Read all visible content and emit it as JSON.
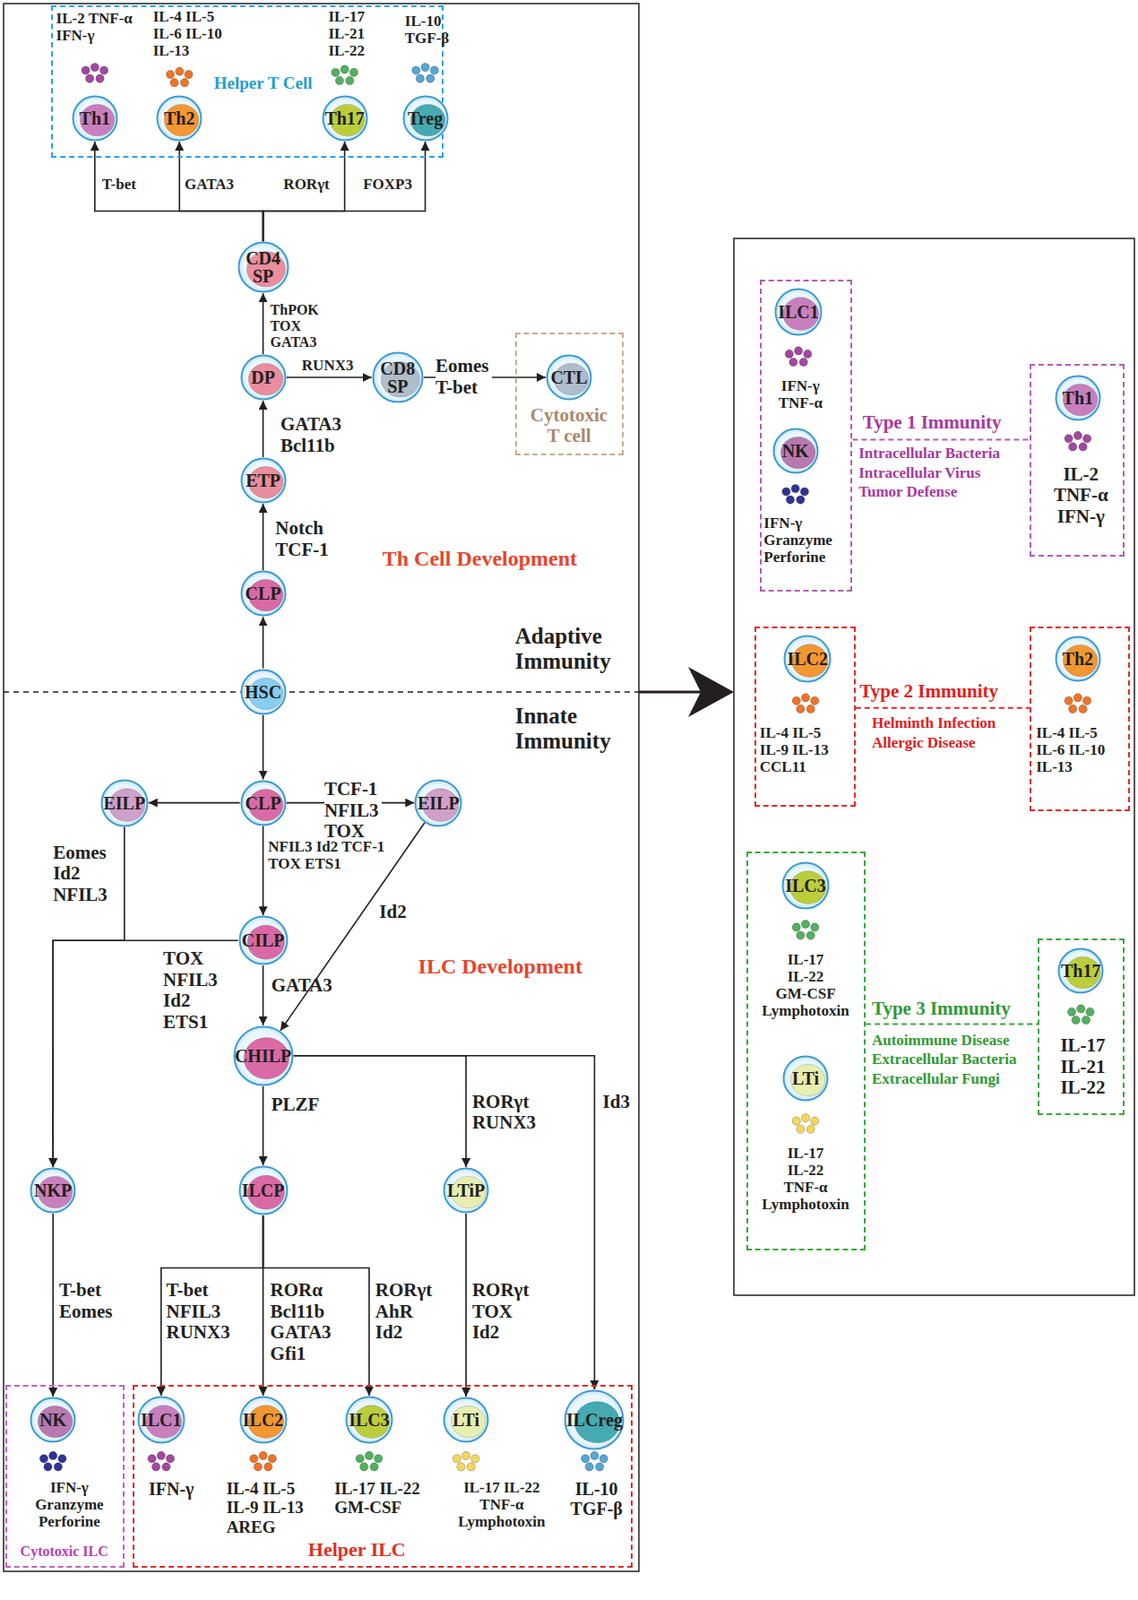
{
  "diagram": {
    "nodes": [
      {
        "text": [
          "Helper T Cell"
        ]
      },
      {
        "text": [
          "Th1",
          "IL-2 TNF-α IFN-γ"
        ],
        "in": 0
      },
      {
        "text": [
          "Th2",
          "IL-4 IL-5 IL-6 IL-10 IL-13"
        ],
        "in": 0
      },
      {
        "text": [
          "Th17",
          "IL-17 IL-21 IL-22"
        ],
        "in": 0
      },
      {
        "text": [
          "Treg",
          "IL-10 TGF-β"
        ],
        "in": 0
      },
      {
        "text": [
          "CD4 SP"
        ]
      },
      {
        "text": [
          "DP"
        ]
      },
      {
        "text": [
          "CD8 SP"
        ]
      },
      {
        "text": [
          "Cytotoxic T cell"
        ]
      },
      {
        "text": [
          "CTL"
        ],
        "in": 8
      },
      {
        "text": [
          "ETP"
        ]
      },
      {
        "text": [
          "CLP"
        ]
      },
      {
        "text": [
          "HSC"
        ]
      },
      {
        "text": [
          "EILP"
        ]
      },
      {
        "text": [
          "CLP"
        ]
      },
      {
        "text": [
          "EILP"
        ]
      },
      {
        "text": [
          "CILP"
        ]
      },
      {
        "text": [
          "CHILP"
        ]
      },
      {
        "text": [
          "NKP"
        ]
      },
      {
        "text": [
          "ILCP"
        ]
      },
      {
        "text": [
          "LTiP"
        ]
      },
      {
        "text": [
          "Cytotoxic ILC"
        ]
      },
      {
        "text": [
          "NK",
          "IFN-γ Granzyme Perforine"
        ],
        "in": 21
      },
      {
        "text": [
          "Helper ILC"
        ]
      },
      {
        "text": [
          "ILC1",
          "IFN-γ"
        ],
        "in": 23
      },
      {
        "text": [
          "ILC2",
          "IL-4 IL-5 IL-9 IL-13 AREG"
        ],
        "in": 23
      },
      {
        "text": [
          "ILC3",
          "IL-17 IL-22 GM-CSF"
        ],
        "in": 23
      },
      {
        "text": [
          "LTi",
          "IL-17 IL-22 TNF-α Lymphotoxin"
        ],
        "in": 23
      },
      {
        "text": [
          "ILCreg",
          "IL-10 TGF-β"
        ],
        "in": 23
      },
      {
        "text": []
      },
      {
        "text": [
          "ILC1",
          "IFN-γ TNF-α"
        ],
        "in": 29
      },
      {
        "text": [
          "NK",
          "IFN-γ Granzyme Perforine"
        ],
        "in": 29
      },
      {
        "text": []
      },
      {
        "text": [
          "Th1",
          "IL-2 TNF-α IFN-γ"
        ],
        "in": 32
      },
      {
        "text": []
      },
      {
        "text": [
          "ILC2",
          "IL-4 IL-5 IL-9 IL-13 CCL11"
        ],
        "in": 34
      },
      {
        "text": []
      },
      {
        "text": [
          "Th2",
          "IL-4 IL-5 IL-6 IL-10 IL-13"
        ],
        "in": 36
      },
      {
        "text": []
      },
      {
        "text": [
          "ILC3",
          "IL-17 IL-22 GM-CSF Lymphotoxin"
        ],
        "in": 38
      },
      {
        "text": [
          "LTi",
          "IL-17 IL-22 TNF-α Lymphotoxin"
        ],
        "in": 38
      },
      {
        "text": []
      },
      {
        "text": [
          "Th17",
          "IL-17 IL-21 IL-22"
        ],
        "in": 41
      }
    ],
    "edges": [
      {
        "from": 12,
        "to": 11,
        "arrow": "to"
      },
      {
        "from": 11,
        "to": 10,
        "label": "Notch TCF-1",
        "arrow": "to"
      },
      {
        "from": 10,
        "to": 6,
        "label": "GATA3 Bcl11b",
        "arrow": "to"
      },
      {
        "from": 6,
        "to": 5,
        "label": "ThPOK TOX GATA3",
        "arrow": "to"
      },
      {
        "from": 6,
        "to": 7,
        "label": "RUNX3",
        "arrow": "to"
      },
      {
        "from": 7,
        "to": 9,
        "label": "Eomes T-bet",
        "arrow": "to"
      },
      {
        "from": 5,
        "to": 1,
        "label": "T-bet",
        "arrow": "to"
      },
      {
        "from": 5,
        "to": 2,
        "label": "GATA3",
        "arrow": "to"
      },
      {
        "from": 5,
        "to": 3,
        "label": "RORγt",
        "arrow": "to"
      },
      {
        "from": 5,
        "to": 4,
        "label": "FOXP3",
        "arrow": "to"
      },
      {
        "from": 12,
        "to": 14,
        "arrow": "to"
      },
      {
        "from": 14,
        "to": 13,
        "arrow": "to"
      },
      {
        "from": 14,
        "to": 15,
        "label": "TCF-1 NFIL3 TOX",
        "arrow": "to"
      },
      {
        "from": 14,
        "to": 16,
        "label": "NFIL3 Id2 TCF-1 TOX ETS1",
        "arrow": "to"
      },
      {
        "from": 13,
        "to": 18,
        "label": "Eomes Id2 NFIL3",
        "arrow": "to"
      },
      {
        "from": 16,
        "to": 18,
        "arrow": "to"
      },
      {
        "from": 16,
        "to": 17,
        "label": "GATA3",
        "arrow": "to"
      },
      {
        "from": 15,
        "to": 17,
        "label": "Id2",
        "arrow": "to"
      },
      {
        "from": 17,
        "to": 19,
        "label": "PLZF",
        "arrow": "to"
      },
      {
        "from": 17,
        "to": 20,
        "label": "RORγt RUNX3",
        "arrow": "to"
      },
      {
        "from": 17,
        "to": 28,
        "label": "Id3",
        "arrow": "to"
      },
      {
        "from": 18,
        "to": 22,
        "label": "T-bet Eomes",
        "arrow": "to"
      },
      {
        "from": 19,
        "to": 24,
        "label": "T-bet NFIL3 RUNX3",
        "arrow": "to"
      },
      {
        "from": 19,
        "to": 25,
        "label": "RORα Bcl11b GATA3 Gfi1",
        "arrow": "to"
      },
      {
        "from": 19,
        "to": 26,
        "label": "RORγt AhR Id2",
        "arrow": "to"
      },
      {
        "from": 20,
        "to": 27,
        "label": "RORγt TOX Id2",
        "arrow": "to"
      },
      {
        "from": 29,
        "to": 32,
        "label": "Type 1 Immunity",
        "arrow": "none"
      },
      {
        "from": 34,
        "to": 36,
        "label": "Type 2 Immunity",
        "arrow": "none"
      },
      {
        "from": 38,
        "to": 41,
        "label": "Type 3 Immunity",
        "arrow": "none"
      }
    ],
    "labels": [
      "Adaptive Immunity",
      "Innate Immunity",
      "Th Cell Development",
      "ILC Development",
      "TOX NFIL3 Id2 ETS1",
      "Intracellular Bacteria",
      "Intracellular Virus",
      "Tumor Defense",
      "Helminth Infection",
      "Allergic Disease",
      "Autoimmune Disease",
      "Extracellular Bacteria",
      "Extracellular Fungi"
    ]
  }
}
